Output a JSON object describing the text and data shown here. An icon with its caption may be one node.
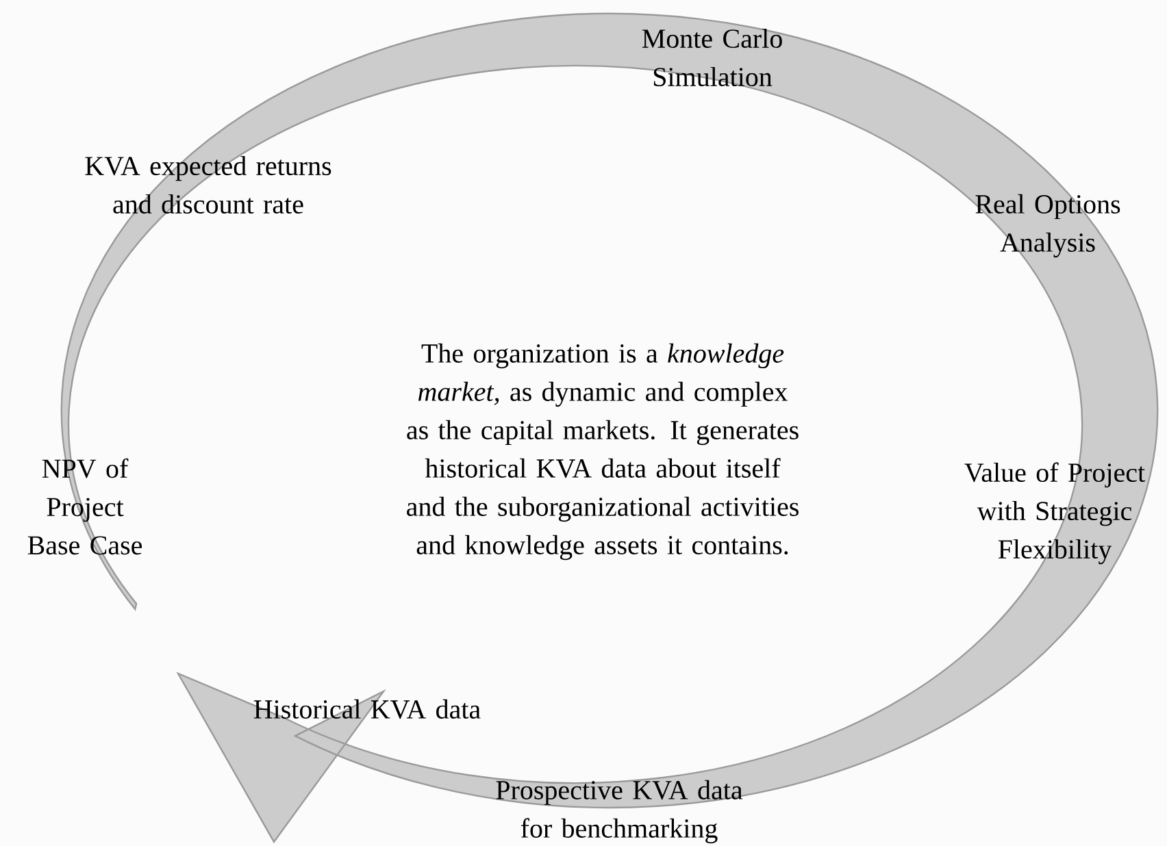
{
  "diagram": {
    "labels": [
      "Monte Carlo Simulation",
      "KVA expected returns and discount rate",
      "Real Options Analysis",
      "The organization is a *knowledge market,* as dynamic and complex as the capital markets. It generates historical KVA data about itself and the suborganizational activities and knowledge assets it contains.",
      "NPV of Project Base Case",
      "Value of Project with Strategic Flexibility",
      "Historical KVA data",
      "Prospective KVA data for benchmarking"
    ]
  }
}
